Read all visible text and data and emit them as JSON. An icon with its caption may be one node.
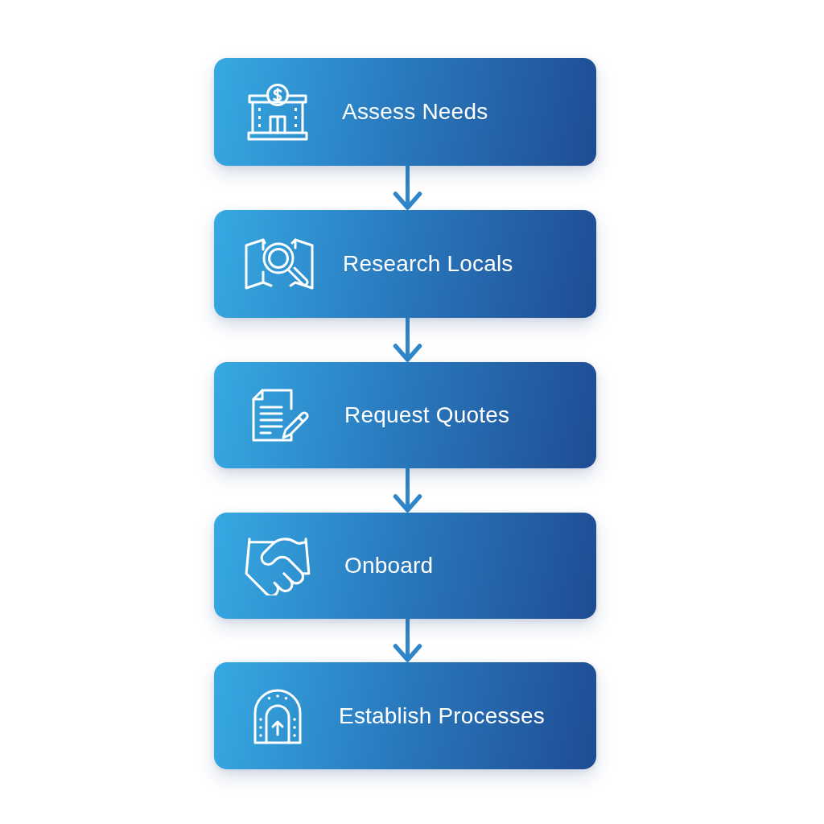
{
  "diagram": {
    "nodes": [
      {
        "text": [
          "Assess Needs"
        ]
      },
      {
        "text": [
          "Research Locals"
        ]
      },
      {
        "text": [
          "Request Quotes"
        ]
      },
      {
        "text": [
          "Onboard"
        ]
      },
      {
        "text": [
          "Establish Processes"
        ]
      }
    ],
    "edges": [
      {
        "from": 0,
        "to": 1,
        "arrow": "to"
      },
      {
        "from": 1,
        "to": 2,
        "arrow": "to"
      },
      {
        "from": 2,
        "to": 3,
        "arrow": "to"
      },
      {
        "from": 3,
        "to": 4,
        "arrow": "to"
      }
    ]
  }
}
